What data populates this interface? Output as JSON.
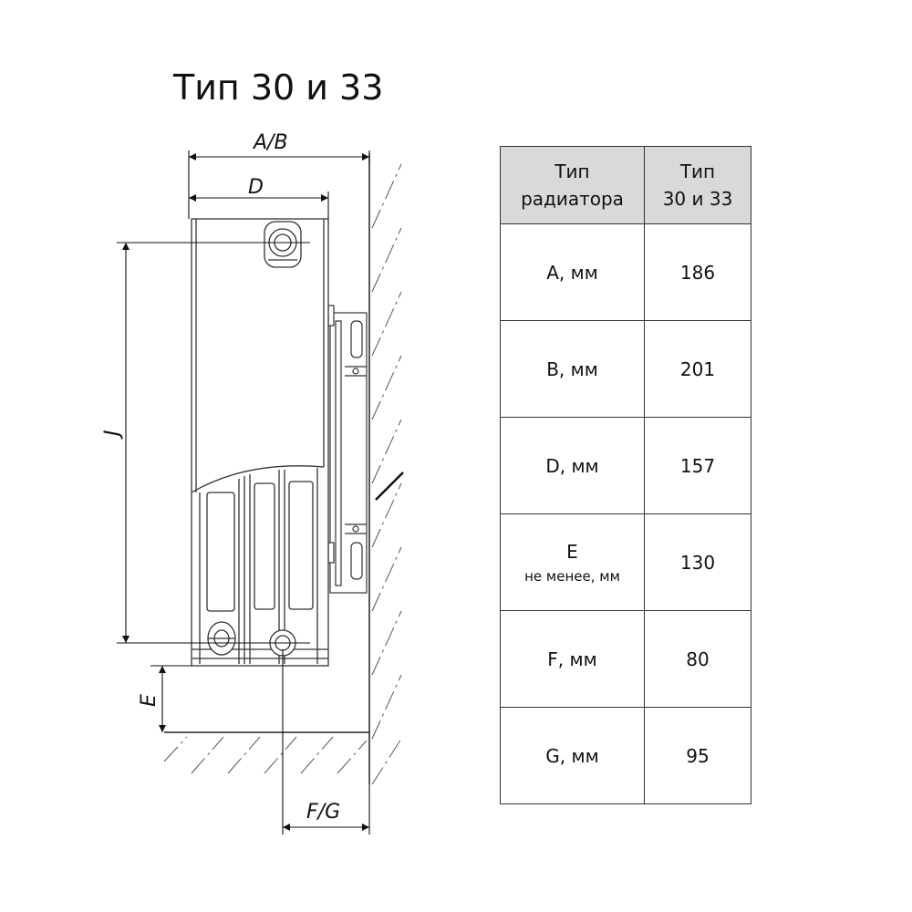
{
  "title": "Тип 30 и 33",
  "dimension_labels": {
    "ab": "A/B",
    "d": "D",
    "j": "J",
    "e": "E",
    "fg": "F/G"
  },
  "table": {
    "header": {
      "col1_line1": "Тип",
      "col1_line2": "радиатора",
      "col2_line1": "Тип",
      "col2_line2": "30 и 33"
    },
    "rows": [
      {
        "param": "A, мм",
        "value": "186"
      },
      {
        "param": "B, мм",
        "value": "201"
      },
      {
        "param": "D, мм",
        "value": "157"
      },
      {
        "param": "E",
        "param_sub": "не менее, мм",
        "value": "130"
      },
      {
        "param": "F, мм",
        "value": "80"
      },
      {
        "param": "G, мм",
        "value": "95"
      }
    ]
  }
}
